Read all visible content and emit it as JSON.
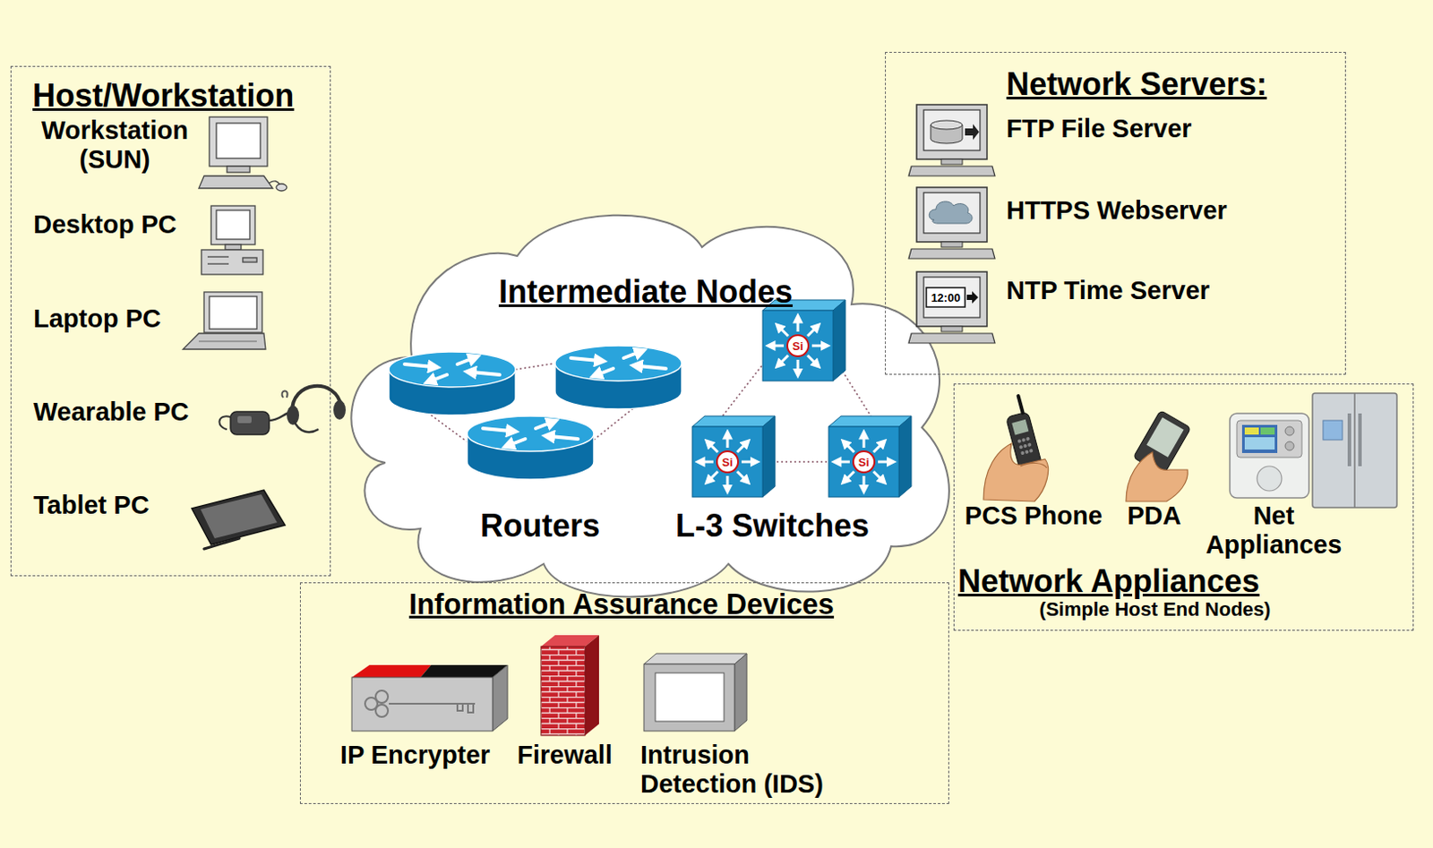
{
  "diagram": {
    "nodes": [
      {
        "text": [
          "Host/Workstation",
          "Workstation (SUN)",
          "Desktop PC",
          "Laptop PC",
          "Wearable PC",
          "Tablet PC"
        ]
      },
      {
        "text": [
          "Intermediate Nodes",
          "Routers",
          "L-3 Switches"
        ]
      },
      {
        "text": [
          "Network Servers:",
          "FTP File Server",
          "HTTPS Webserver",
          "NTP Time Server"
        ]
      },
      {
        "text": [
          "PCS Phone",
          "PDA",
          "Net Appliances",
          "Network Appliances",
          "(Simple Host End Nodes)"
        ]
      },
      {
        "text": [
          "Information Assurance Devices",
          "IP Encrypter",
          "Firewall",
          "Intrusion Detection (IDS)"
        ]
      }
    ],
    "labels": [
      "12:00",
      "Si",
      "Si",
      "Si"
    ]
  }
}
